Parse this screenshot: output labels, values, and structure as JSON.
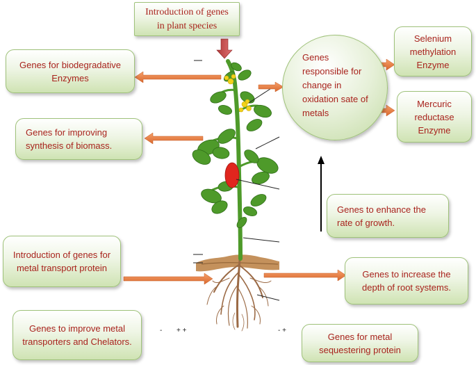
{
  "top_box": {
    "text": "Introduction of genes in plant species"
  },
  "left_boxes": {
    "biodegradative": "Genes for biodegradative Enzymes",
    "biomass": "Genes for improving synthesis of biomass.",
    "metal_transport": "Introduction of genes for metal transport protein",
    "transporters": "Genes to improve metal transporters and Chelators."
  },
  "circle": {
    "text": "Genes responsible for change in oxidation sate of metals"
  },
  "right_boxes": {
    "selenium": "Selenium methylation Enzyme",
    "mercuric": "Mercuric reductase Enzyme",
    "growth": "Genes to enhance the rate of growth.",
    "root_depth": "Genes to increase the depth of root systems.",
    "sequestering": "Genes for metal sequestering protein"
  },
  "signs": {
    "a": "-",
    "b": "+ +",
    "c": "- +"
  },
  "colors": {
    "text": "#a8231d",
    "arrow": "#e8834a",
    "box_border": "#9fc27a",
    "plant_green": "#4e9a2a",
    "flower": "#f2d21b",
    "fruit": "#e0261e",
    "soil": "#c4915c",
    "root": "#9b6a45"
  }
}
